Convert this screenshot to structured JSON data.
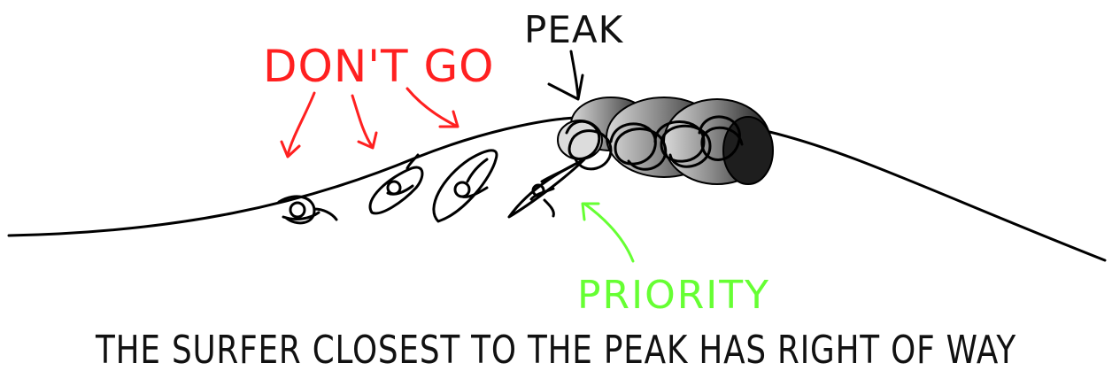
{
  "labels": {
    "dont_go": "DON'T GO",
    "peak": "PEAK",
    "priority": "PRIORITY",
    "caption": "THE SURFER CLOSEST TO THE PEAK HAS RIGHT OF WAY"
  },
  "colors": {
    "dont_go": "#ff2020",
    "priority": "#66ff33",
    "ink": "#000000",
    "wave_curl_dark": "#222222",
    "wave_curl_light": "#cfcfcf"
  }
}
